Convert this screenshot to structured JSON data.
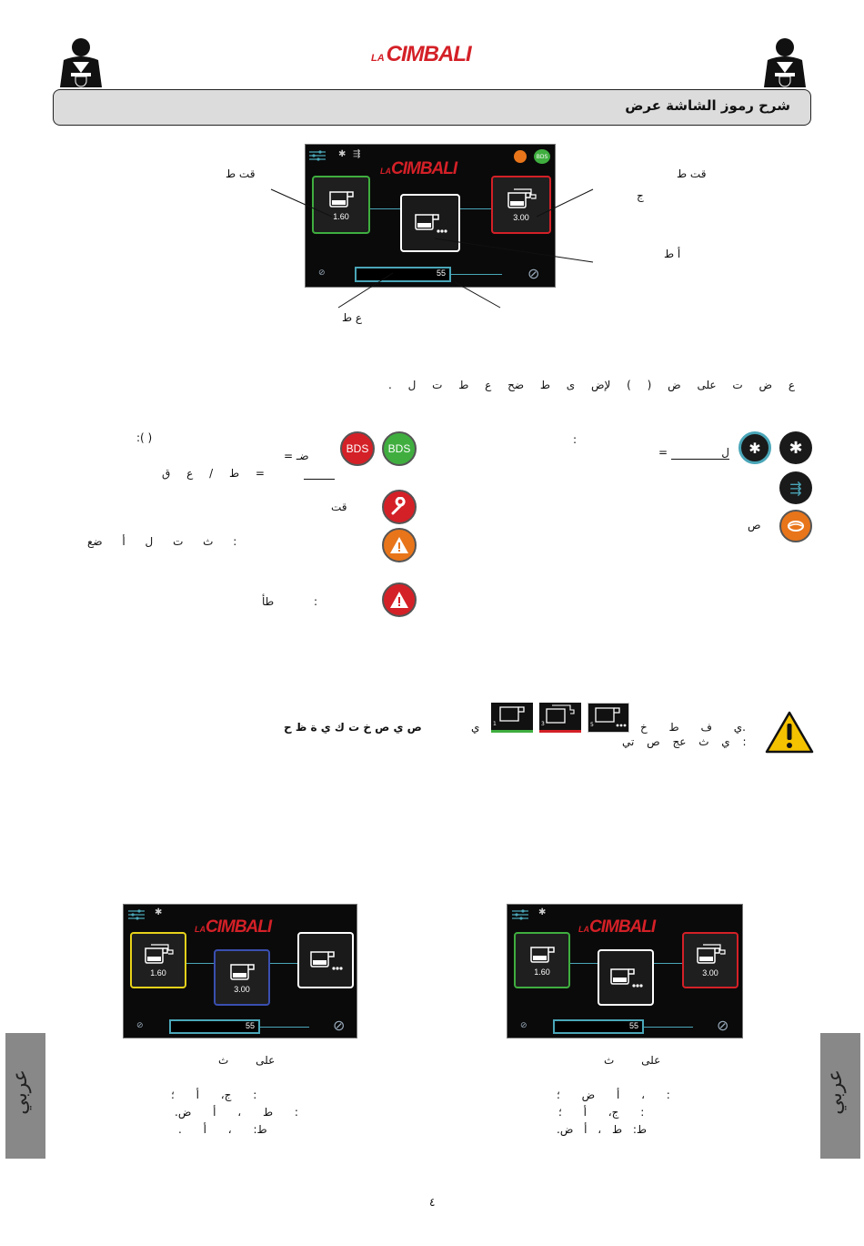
{
  "header": {
    "brand_prefix": "LA",
    "brand_name": "CIMBALI",
    "banner_title": "شرح رموز الشاشة عرض"
  },
  "diagram": {
    "label_left": "قت ط",
    "label_right_1": "قت ط",
    "label_right_2": "ج",
    "label_right_3": "أ ط",
    "label_bottom": "ع ط",
    "values": {
      "left_button": "1.60",
      "right_button": "3.00",
      "slider": "55"
    },
    "bds_badge": "BDS"
  },
  "note_line": "ع ض ت على ض ( ) لإض ى ط ضح ع ط ت ل .",
  "legend": {
    "bluetooth_text": "ل",
    "bluetooth_equals": "=",
    "coffee_text": "ص",
    "right_colon": ":",
    "bds_green": "BDS",
    "bds_red": "BDS",
    "bds_heading": ":(                   )",
    "bds_line1": "ضـ =",
    "bds_line2": "= ط / ع ق",
    "wrench_text": "قت",
    "warn_orange_text": ": ث ت ل أ ضع",
    "warn_red_text": ": طأ"
  },
  "warning": {
    "line1_right": ".ي ف ط خ",
    "line1_left": "ص ي ص خ ت ك ي ة ظ ح",
    "line1_mid": "ي",
    "line2": ": ي ث عج ص تي",
    "mini_values": [
      "1",
      "3",
      "5"
    ]
  },
  "panel_left": {
    "values": {
      "left": "1.60",
      "mid": "3.00",
      "slider": "55"
    },
    "caption": "على ث",
    "lines": [
      ": ج، أ ؛",
      ": ط ، أ ض.",
      "ط: ، أ ."
    ]
  },
  "panel_right": {
    "values": {
      "left": "1.60",
      "right": "3.00",
      "slider": "55"
    },
    "caption": "على ث",
    "lines": [
      ": ، أ ض ؛",
      ": ج، أ ؛",
      "ط: ط ، أ ض."
    ]
  },
  "side_tab_text": "عربي",
  "page_number": "٤",
  "colors": {
    "brand_red": "#d42027",
    "teal": "#4aa6b8",
    "green": "#3fae3f",
    "orange": "#e8751a",
    "yellow": "#e8d21a"
  }
}
